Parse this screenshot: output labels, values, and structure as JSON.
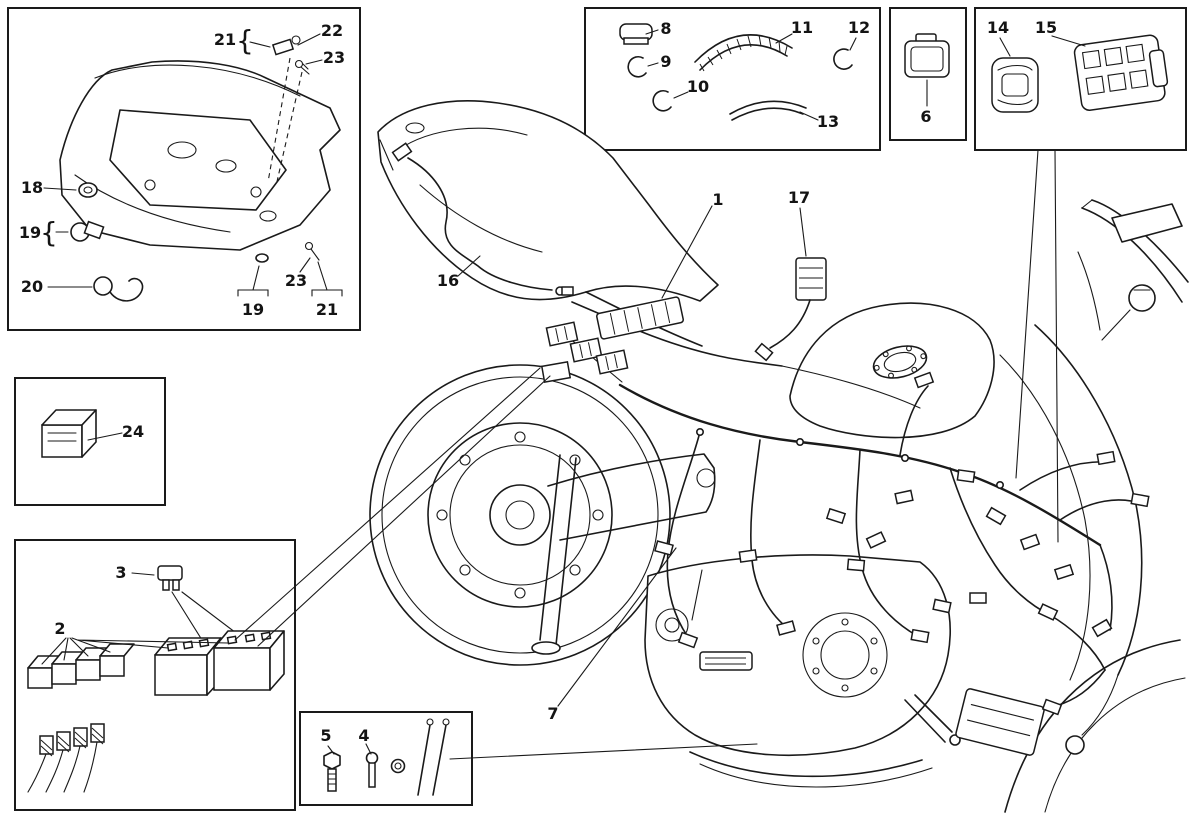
{
  "diagram": {
    "background": "#ffffff",
    "ink": "#1a1a1a",
    "callouts": {
      "n1": "1",
      "n2": "2",
      "n3": "3",
      "n4": "4",
      "n5": "5",
      "n6": "6",
      "n7": "7",
      "n8": "8",
      "n9": "9",
      "n10": "10",
      "n11": "11",
      "n12": "12",
      "n13": "13",
      "n14": "14",
      "n15": "15",
      "n16": "16",
      "n17": "17",
      "n18": "18",
      "n19": "19",
      "n20": "20",
      "n21": "21",
      "n22": "22",
      "n23": "23",
      "n24": "24",
      "n19_bottom": "19",
      "n21_bottom": "21",
      "n23_bottom": "23",
      "brace": "{"
    }
  }
}
